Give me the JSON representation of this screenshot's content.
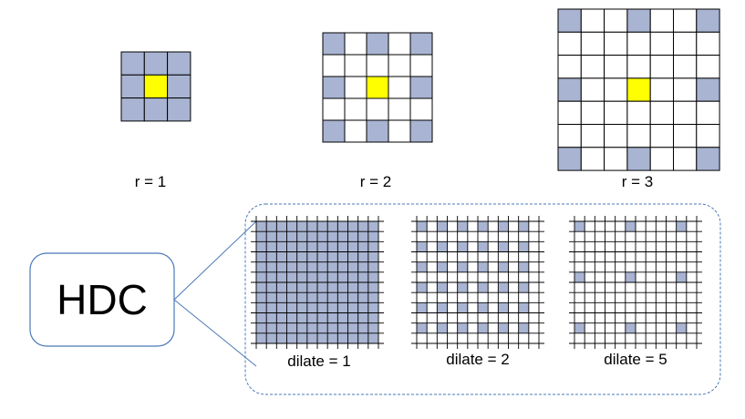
{
  "colors": {
    "filled": "#a8b4d2",
    "center": "#ffff00",
    "grid_line": "#000000",
    "frame": "#4a78b8"
  },
  "top_row": [
    {
      "label": "r = 1",
      "rate": 1
    },
    {
      "label": "r = 2",
      "rate": 2
    },
    {
      "label": "r = 3",
      "rate": 3
    }
  ],
  "callout": {
    "label": "HDC"
  },
  "dilation_panels": [
    {
      "label": "dilate = 1",
      "rate": 1
    },
    {
      "label": "dilate = 2",
      "rate": 2
    },
    {
      "label": "dilate = 5",
      "rate": 5
    }
  ]
}
